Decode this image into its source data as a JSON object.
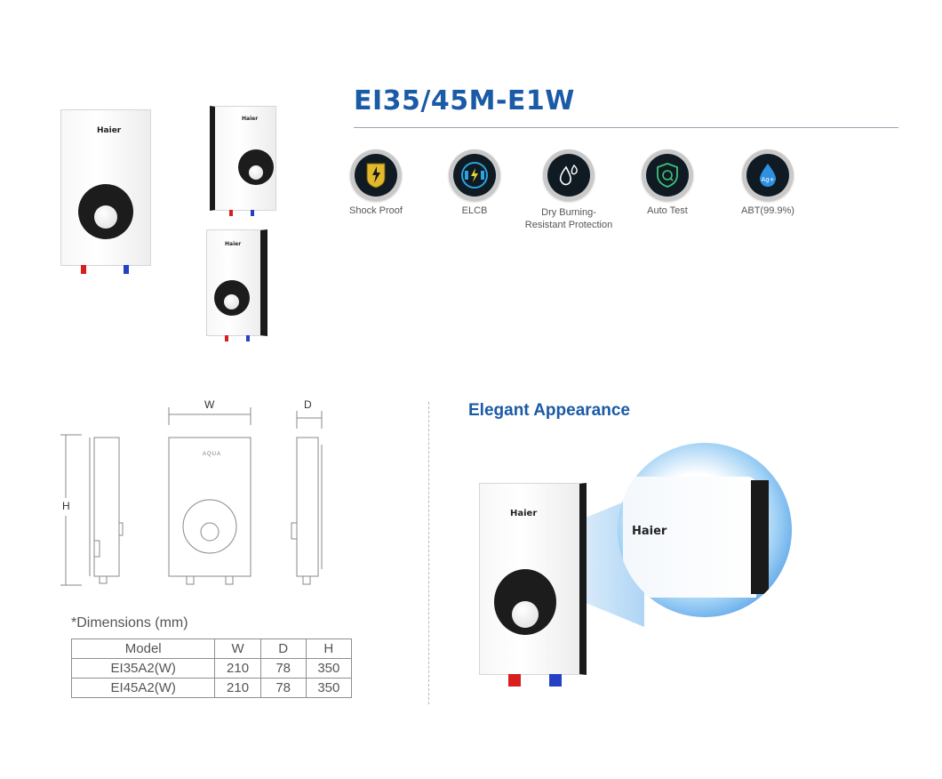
{
  "header": {
    "model_title": "EI35/45M-E1W"
  },
  "features": [
    {
      "label": "Shock Proof",
      "icon": "shock-proof-icon"
    },
    {
      "label": "ELCB",
      "icon": "elcb-icon"
    },
    {
      "label": "Dry Burning-\nResistant Protection",
      "icon": "water-drops-icon"
    },
    {
      "label": "Auto Test",
      "icon": "auto-test-shield-icon"
    },
    {
      "label": "ABT(99.9%)",
      "icon": "silver-ion-drop-icon"
    }
  ],
  "product": {
    "brand": "Haier",
    "drawing_brand": "AQUA",
    "closeup_brand": "Haier"
  },
  "drawing": {
    "width_label": "W",
    "depth_label": "D",
    "height_label": "H"
  },
  "dimensions": {
    "title": "*Dimensions (mm)",
    "headers": [
      "Model",
      "W",
      "D",
      "H"
    ],
    "rows": [
      {
        "model": "EI35A2(W)",
        "w": "210",
        "d": "78",
        "h": "350"
      },
      {
        "model": "EI45A2(W)",
        "w": "210",
        "d": "78",
        "h": "350"
      }
    ]
  },
  "appearance": {
    "title": "Elegant Appearance"
  },
  "colors": {
    "brand_blue": "#1b5aa6",
    "hot_pipe": "#d81e1e",
    "cold_pipe": "#2640c4"
  }
}
